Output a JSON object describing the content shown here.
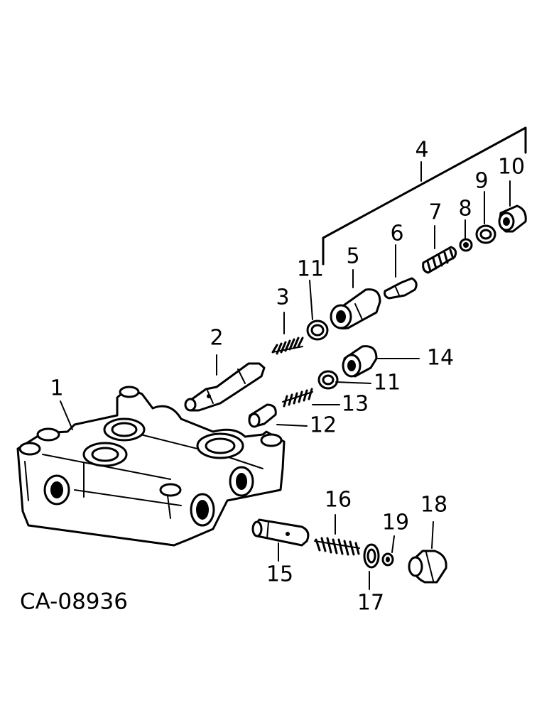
{
  "reference_code": "CA-08936",
  "callouts": [
    {
      "id": "1",
      "label": "1"
    },
    {
      "id": "2",
      "label": "2"
    },
    {
      "id": "3",
      "label": "3"
    },
    {
      "id": "4",
      "label": "4"
    },
    {
      "id": "5",
      "label": "5"
    },
    {
      "id": "6",
      "label": "6"
    },
    {
      "id": "7",
      "label": "7"
    },
    {
      "id": "8",
      "label": "8"
    },
    {
      "id": "9",
      "label": "9"
    },
    {
      "id": "10",
      "label": "10"
    },
    {
      "id": "11a",
      "label": "11"
    },
    {
      "id": "11b",
      "label": "11"
    },
    {
      "id": "12",
      "label": "12"
    },
    {
      "id": "13",
      "label": "13"
    },
    {
      "id": "14",
      "label": "14"
    },
    {
      "id": "15",
      "label": "15"
    },
    {
      "id": "16",
      "label": "16"
    },
    {
      "id": "17",
      "label": "17"
    },
    {
      "id": "18",
      "label": "18"
    },
    {
      "id": "19",
      "label": "19"
    }
  ]
}
